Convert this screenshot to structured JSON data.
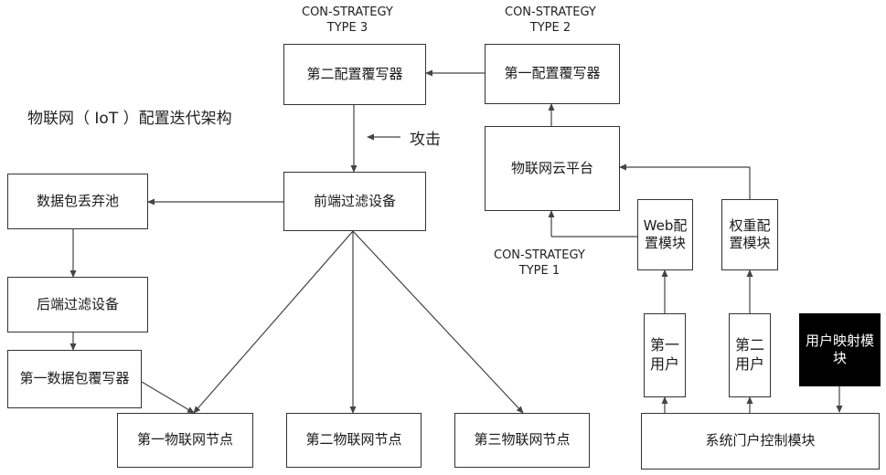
{
  "diagram_title": "物联网（ IoT ）配置迭代架构",
  "strategy_labels": {
    "type3": {
      "line1": "CON-STRATEGY",
      "line2": "TYPE 3"
    },
    "type2": {
      "line1": "CON-STRATEGY",
      "line2": "TYPE 2"
    },
    "type1": {
      "line1": "CON-STRATEGY",
      "line2": "TYPE 1"
    }
  },
  "attack_label": "攻击",
  "nodes": {
    "second_config_rewriter": "第二配置覆写器",
    "first_config_rewriter": "第一配置覆写器",
    "iot_cloud_platform": "物联网云平台",
    "packet_drop_pool": "数据包丢弃池",
    "frontend_filter": "前端过滤设备",
    "backend_filter": "后端过滤设备",
    "first_packet_rewriter": "第一数据包覆写器",
    "web_config_module": "Web配置模块",
    "weight_config_module": "权重配置模块",
    "first_user": "第一用户",
    "second_user": "第二用户",
    "user_mapping_module": "用户映射模块",
    "iot_node_1": "第一物联网节点",
    "iot_node_2": "第二物联网节点",
    "iot_node_3": "第三物联网节点",
    "portal_control_module": "系统门户控制模块"
  },
  "colors": {
    "line": "#444444",
    "border": "#333333",
    "dark_fill": "#000000"
  }
}
